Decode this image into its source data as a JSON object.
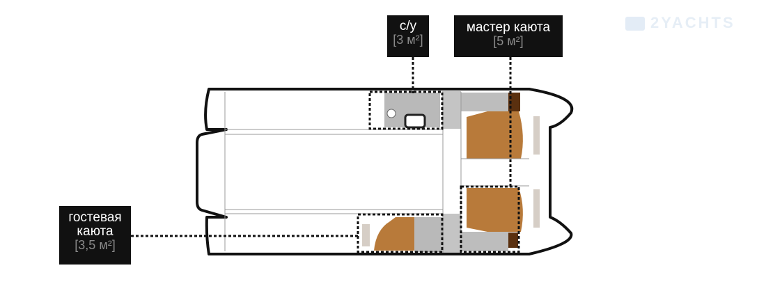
{
  "labels": {
    "wc": {
      "name": "с/у",
      "area": "[3 м²]"
    },
    "master": {
      "name": "мастер каюта",
      "area": "[5 м²]"
    },
    "guest": {
      "name": "гостевая каюта",
      "name_line1": "гостевая",
      "name_line2": "каюта",
      "area": "[3,5 м²]"
    }
  },
  "watermark": "2YACHTS",
  "colors": {
    "bed": "#b87a3a",
    "floor_gray": "#b9b9b9",
    "wood_dark": "#5a300f",
    "label_bg": "#111111"
  }
}
